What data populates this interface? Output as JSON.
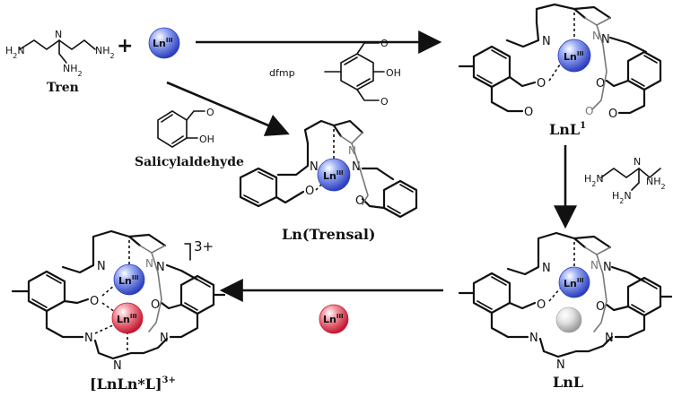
{
  "reagents": {
    "tren_label": "Tren",
    "dfmp_label": "dfmp",
    "salicylaldehyde_label": "Salicylaldehyde",
    "diamine_text": "NH2",
    "oh_text": "OH",
    "o_text": "O",
    "n_text": "N",
    "plus": "+"
  },
  "ions": {
    "ln_text": "Ln",
    "ln_sup": "III",
    "blue": "#4a5fd6",
    "red": "#e0344a",
    "grey": "#c8c8c8"
  },
  "products": {
    "lnl1_main": "LnL",
    "lnl1_sup": "1",
    "lntrensal_label": "Ln(Trensal)",
    "lnl_label": "LnL",
    "lnlnl_main": "[LnLn*L]",
    "lnlnl_sup": "3+",
    "charge_main": "3+"
  }
}
